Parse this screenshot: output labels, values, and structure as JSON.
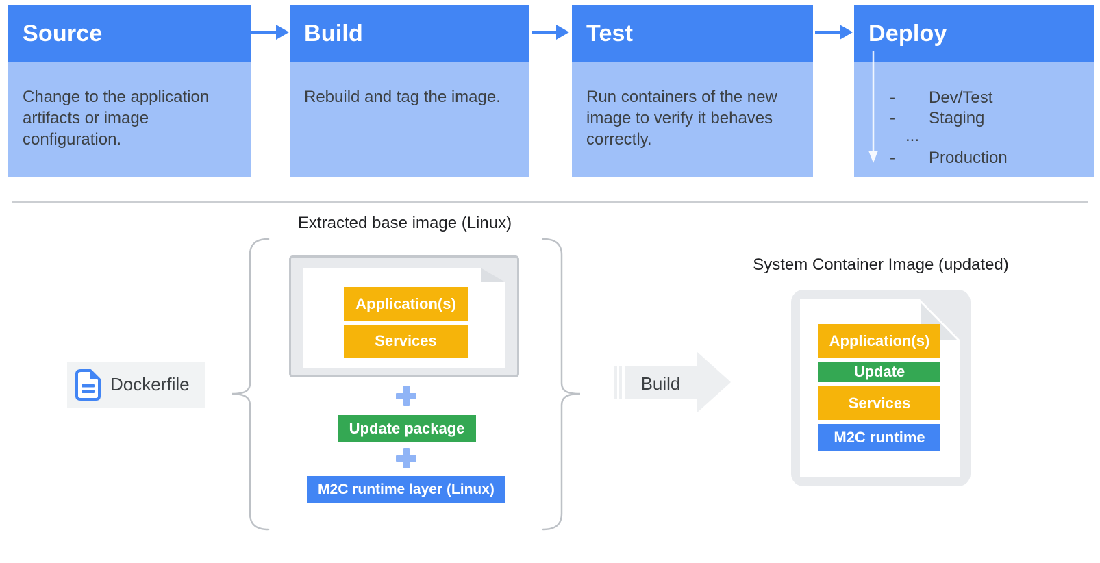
{
  "pipeline": {
    "steps": [
      {
        "title": "Source",
        "description": "Change to the application artifacts or image configuration."
      },
      {
        "title": "Build",
        "description": "Rebuild and tag the image."
      },
      {
        "title": "Test",
        "description": "Run containers of the new image to verify it behaves correctly."
      },
      {
        "title": "Deploy",
        "description": "",
        "items": [
          {
            "dash": "-",
            "label": "Dev/Test"
          },
          {
            "dash": "-",
            "label": "Staging"
          },
          {
            "dash": "",
            "label": "..."
          },
          {
            "dash": "-",
            "label": "Production"
          }
        ]
      }
    ]
  },
  "build_flow": {
    "dockerfile": {
      "label": "Dockerfile",
      "icon": "document-icon"
    },
    "extracted_base_image": {
      "title": "Extracted base image (Linux)",
      "layers": [
        {
          "label": "Application(s)",
          "color": "#F6B40A"
        },
        {
          "label": "Services",
          "color": "#F6B40A"
        }
      ]
    },
    "plus_symbol": "+",
    "update_package": {
      "label": "Update package",
      "color": "#34A853"
    },
    "runtime_layer": {
      "label": "M2C runtime layer (Linux)",
      "color": "#4285F4"
    },
    "build_arrow": {
      "label": "Build"
    },
    "result": {
      "title": "System Container Image (updated)",
      "layers": [
        {
          "label": "Application(s)",
          "color": "#F6B40A"
        },
        {
          "label": "Update",
          "color": "#34A853"
        },
        {
          "label": "Services",
          "color": "#F6B40A"
        },
        {
          "label": "M2C runtime",
          "color": "#4285F4"
        }
      ]
    }
  },
  "colors": {
    "header_blue": "#4285F4",
    "body_blue": "#9FC0F9",
    "plus_blue": "#90B4F6",
    "text_dark": "#3C4043",
    "gray_fill": "#E8EAED"
  }
}
